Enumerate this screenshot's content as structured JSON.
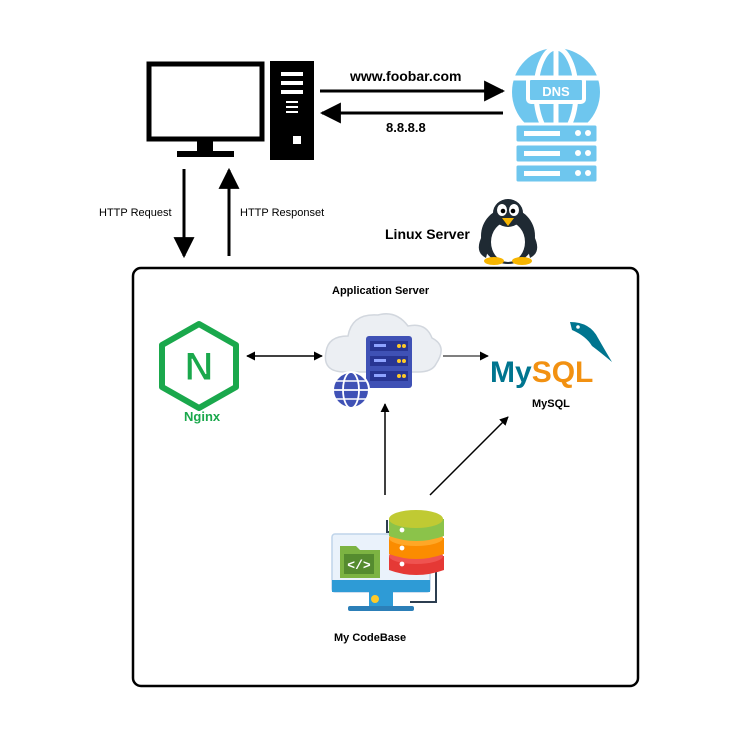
{
  "labels": {
    "dns_request": "www.foobar.com",
    "dns_response": "8.8.8.8",
    "http_request": "HTTP Request",
    "http_response": "HTTP Responset",
    "linux_server": "Linux Server",
    "application_server": "Application Server",
    "nginx": "Nginx",
    "mysql": "MySQL",
    "codebase": "My CodeBase"
  },
  "logos": {
    "dns_badge": "DNS",
    "nginx_letter": "N",
    "mysql_wordmark": "MySQL",
    "code_symbol": "</>"
  },
  "icons": [
    "computer-monitor-icon",
    "desktop-tower-icon",
    "dns-server-icon",
    "linux-penguin-icon",
    "nginx-logo-icon",
    "cloud-server-icon",
    "globe-icon",
    "mysql-logo-icon",
    "codebase-icon",
    "database-stack-icon"
  ],
  "colors": {
    "nginx_green": "#1aa84c",
    "dns_blue": "#6ec6ee",
    "mysql_blue": "#00758f",
    "mysql_orange": "#f29111",
    "server_blue": "#3f51b5",
    "folder_green": "#7cb342"
  }
}
